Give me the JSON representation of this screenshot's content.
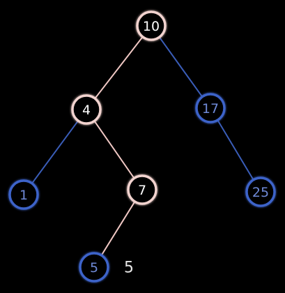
{
  "colors": {
    "background": "#000000",
    "highlight_ring": "#f2d3cf",
    "highlight_edge": "#f0c8c4",
    "highlight_text": "#ffffff",
    "highlight_fill": "#000000",
    "normal_ring": "#3d63c9",
    "normal_edge": "#3a5db8",
    "normal_text": "#6f8ad8",
    "normal_fill": "#000000"
  },
  "tree": {
    "nodes": [
      {
        "id": "n10",
        "value": "10",
        "highlighted": true
      },
      {
        "id": "n4",
        "value": "4",
        "highlighted": true
      },
      {
        "id": "n17",
        "value": "17",
        "highlighted": false
      },
      {
        "id": "n1",
        "value": "1",
        "highlighted": false
      },
      {
        "id": "n7",
        "value": "7",
        "highlighted": true
      },
      {
        "id": "n25",
        "value": "25",
        "highlighted": false
      },
      {
        "id": "n5",
        "value": "5",
        "highlighted": false
      }
    ],
    "edges": [
      {
        "from": "n10",
        "to": "n4",
        "highlighted": true
      },
      {
        "from": "n10",
        "to": "n17",
        "highlighted": false
      },
      {
        "from": "n4",
        "to": "n1",
        "highlighted": false
      },
      {
        "from": "n4",
        "to": "n7",
        "highlighted": true
      },
      {
        "from": "n17",
        "to": "n25",
        "highlighted": false
      },
      {
        "from": "n7",
        "to": "n5",
        "highlighted": true
      }
    ]
  },
  "side_label": "5"
}
